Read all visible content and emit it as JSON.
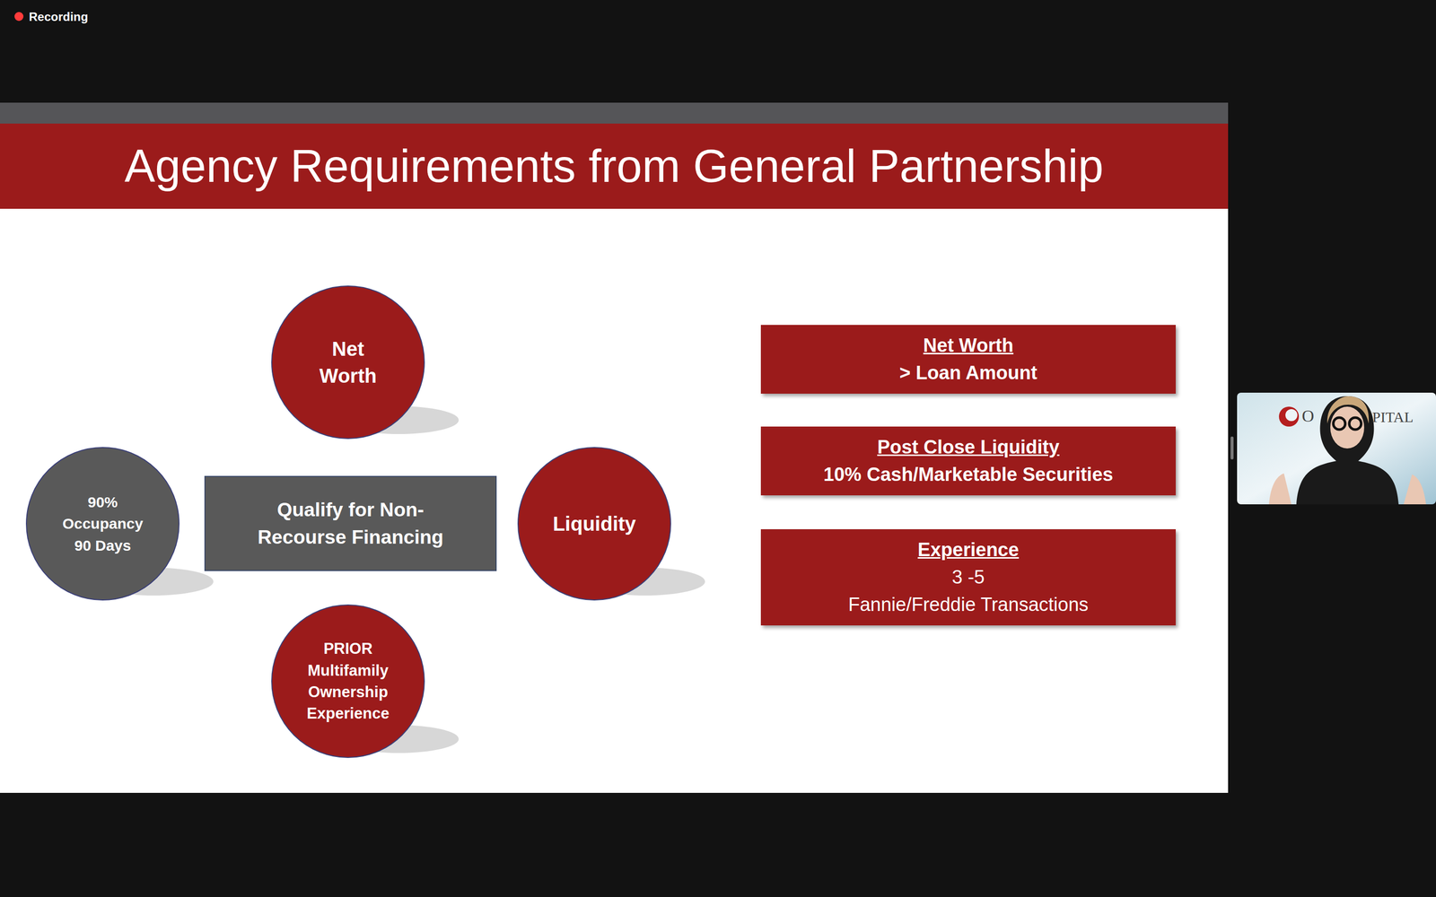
{
  "diagram": {
    "title": "Agency Requirements from General Partnership",
    "nodes": [
      {
        "text": [
          "Net Worth"
        ]
      },
      {
        "text": [
          "90% Occupancy 90 Days"
        ]
      },
      {
        "text": [
          "Qualify for Non-Recourse Financing"
        ]
      },
      {
        "text": [
          "Liquidity"
        ]
      },
      {
        "text": [
          "PRIOR Multifamily Ownership Experience"
        ]
      },
      {
        "text": [
          "Net Worth",
          "> Loan Amount"
        ]
      },
      {
        "text": [
          "Post Close Liquidity",
          "10% Cash/Marketable Securities"
        ]
      },
      {
        "text": [
          "Experience",
          "3 -5",
          "Fannie/Freddie Transactions"
        ]
      }
    ],
    "labels": [
      "Recording",
      "O",
      "PITAL"
    ]
  }
}
